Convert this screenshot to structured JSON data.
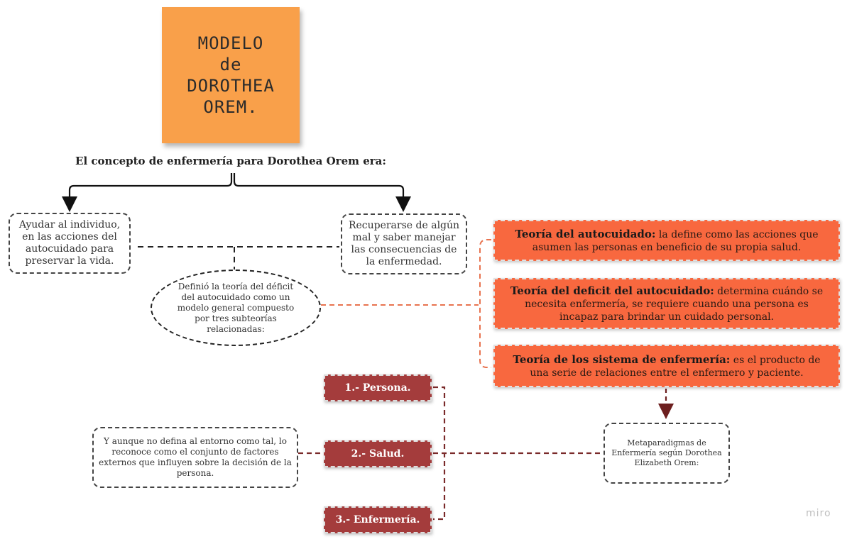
{
  "title_sticky": {
    "lines": [
      "MODELO",
      "de",
      "DOROTHEA",
      "OREM."
    ],
    "color": "#f9a04a"
  },
  "heading": "El concepto de enfermería para Dorothea Orem era:",
  "left_box": "Ayudar al individuo, en las acciones del autocuidado para preservar la vida.",
  "right_box": "Recuperarse de algún mal y saber manejar las consecuencias de la enfermedad.",
  "ellipse_text": "Definió la teoría del déficit del autocuidado como un modelo general compuesto por tres subteorías relacionadas:",
  "theories": [
    {
      "title": "Teoría del autocuidado:",
      "text": " la define como las acciones que asumen las personas en beneficio de su propia salud."
    },
    {
      "title": "Teoría del deficit del autocuidado:",
      "text": " determina cuándo se necesita enfermería, se requiere cuando una persona es incapaz para brindar un cuidado personal."
    },
    {
      "title": "Teoría de los sistema de enfermería:",
      "text": "  es el producto de una serie de relaciones entre el enfermero y paciente."
    }
  ],
  "metaparadigms_box": "Metaparadigmas de Enfermería según Dorothea Elizabeth Orem:",
  "metaparadigms": [
    {
      "number": "1.-",
      "label": "Persona."
    },
    {
      "number": "2.-",
      "label": "Salud."
    },
    {
      "number": "3.-",
      "label": "Enfermería."
    }
  ],
  "entorno_box": "Y aunque no defina al entorno como tal, lo reconoce como el conjunto de factores externos que influyen sobre la decisión de la persona.",
  "watermark": "miro",
  "colors": {
    "sticky": "#f9a04a",
    "theory": "#f8683f",
    "metaparadigm": "#a43c3c",
    "connector_orange": "#e8734f",
    "connector_dark_red": "#7a2a2a"
  }
}
